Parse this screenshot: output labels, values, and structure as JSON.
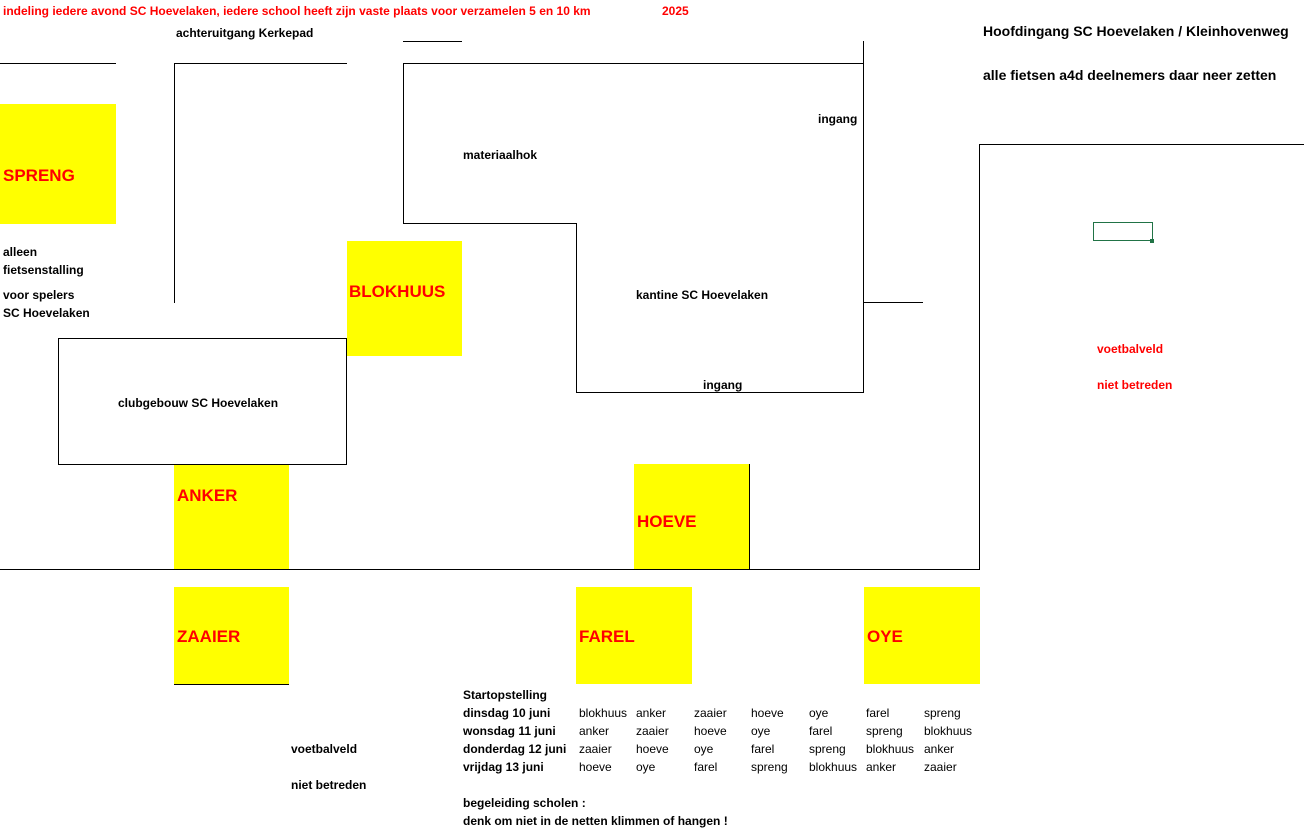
{
  "header": {
    "instruction": "indeling iedere avond SC Hoevelaken, iedere school heeft zijn vaste plaats voor verzamelen 5 en 10 km",
    "year": "2025"
  },
  "entrance": {
    "main": "Hoofdingang SC Hoevelaken / Kleinhovenweg",
    "bikes": "alle fietsen a4d deelnemers daar neer zetten"
  },
  "labels": {
    "rear_exit": "achteruitgang Kerkepad",
    "shed": "materiaalhok",
    "entrance_top": "ingang",
    "canteen": "kantine SC Hoevelaken",
    "entrance_bottom": "ingang",
    "clubhouse": "clubgebouw SC Hoevelaken",
    "bike_note_1": "alleen",
    "bike_note_2": "fietsenstalling",
    "bike_note_3": "voor spelers",
    "bike_note_4": "SC Hoevelaken",
    "field_right_1": "voetbalveld",
    "field_right_2": "niet betreden",
    "field_left_1": "voetbalveld",
    "field_left_2": "niet betreden"
  },
  "schools": {
    "spreng": "SPRENG",
    "blokhuus": "BLOKHUUS",
    "anker": "ANKER",
    "hoeve": "HOEVE",
    "zaaier": "ZAAIER",
    "farel": "FAREL",
    "oye": "OYE"
  },
  "schedule": {
    "title": "Startopstelling",
    "rows": [
      {
        "day": "dinsdag 10 juni",
        "slots": [
          "blokhuus",
          "anker",
          "zaaier",
          "hoeve",
          "oye",
          "farel",
          "spreng"
        ]
      },
      {
        "day": "wonsdag 11 juni",
        "slots": [
          "anker",
          "zaaier",
          "hoeve",
          "oye",
          "farel",
          "spreng",
          "blokhuus"
        ]
      },
      {
        "day": "donderdag 12 juni",
        "slots": [
          "zaaier",
          "hoeve",
          "oye",
          "farel",
          "spreng",
          "blokhuus",
          "anker"
        ]
      },
      {
        "day": "vrijdag 13 juni",
        "slots": [
          "hoeve",
          "oye",
          "farel",
          "spreng",
          "blokhuus",
          "anker",
          "zaaier"
        ]
      }
    ]
  },
  "footer": {
    "line1": "begeleiding scholen :",
    "line2": "denk om niet in de netten klimmen of hangen !"
  },
  "colors": {
    "school_fill": "#ffff00",
    "school_text": "#ff0000",
    "accent_red": "#ff0000",
    "selection_green": "#217346"
  }
}
